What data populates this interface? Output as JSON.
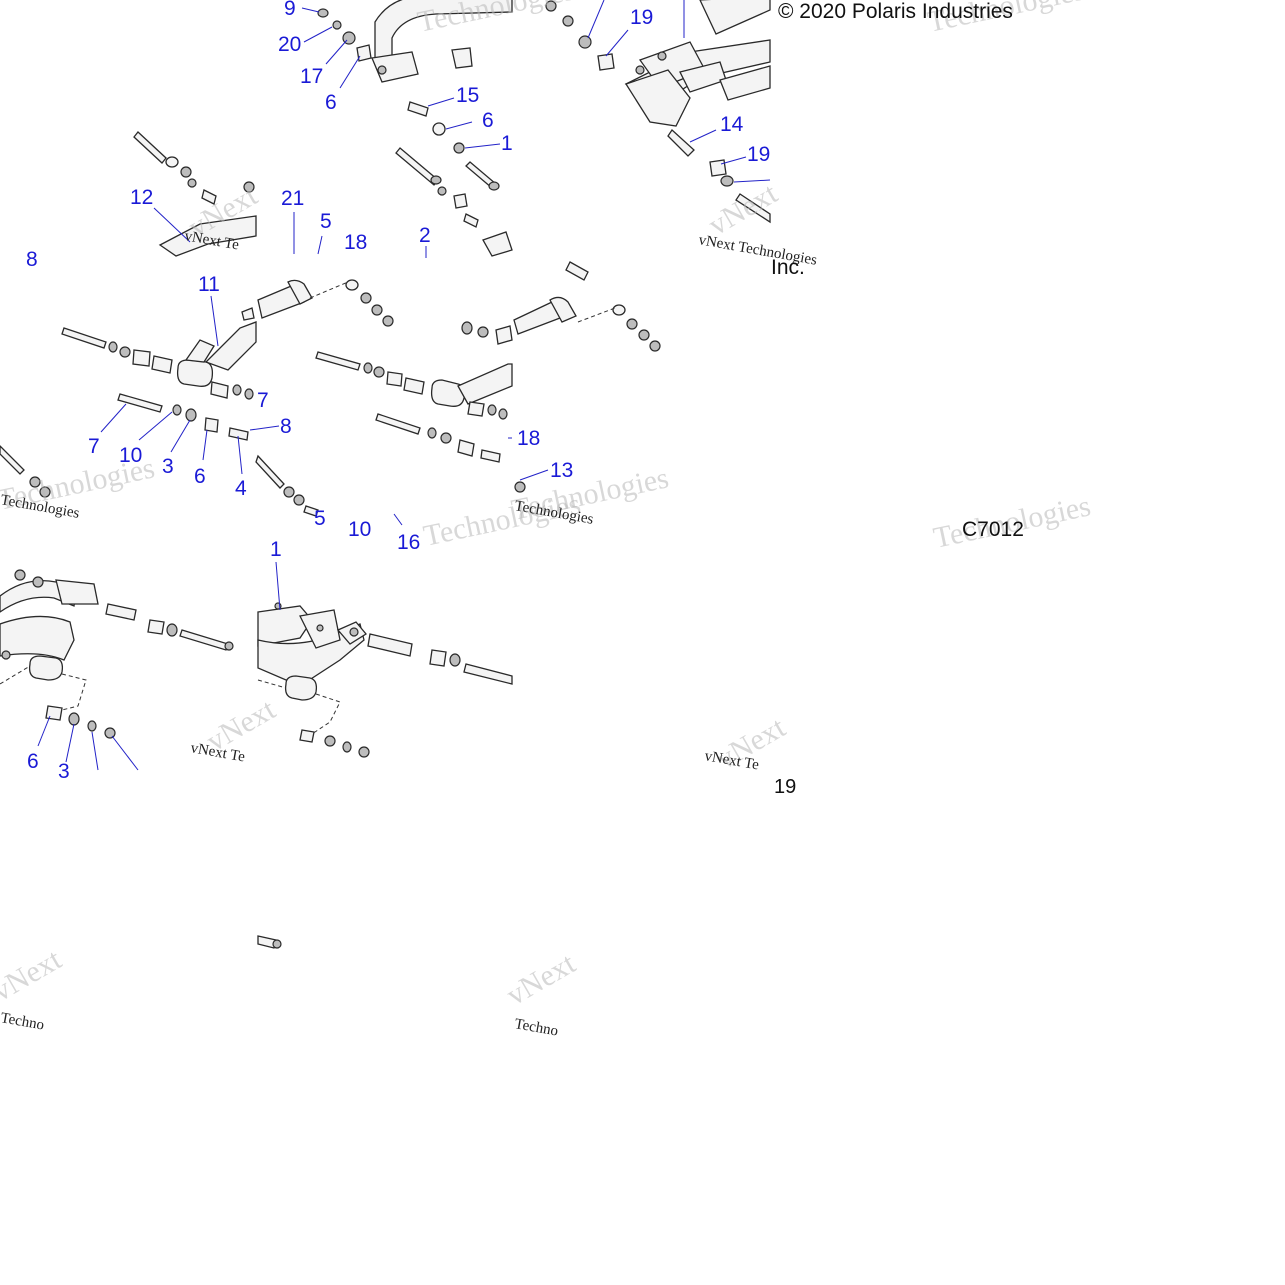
{
  "copyright": "© 2020 Polaris Industries",
  "copyright_tail": "Inc.",
  "diagram_code": "C7012",
  "figure_number": "19",
  "watermark": {
    "brand": "vNext Technologies",
    "word_a": "Technologies",
    "word_b": "vNext",
    "stub_a": "Technologies",
    "stub_b": "Technologies",
    "stub_c": "Technologies",
    "stub_d": "Techno",
    "stub_e": "Techno",
    "stub_f": "vNext Te",
    "stub_g": "vNext Te",
    "stub_h": "vNext Te"
  },
  "callouts": [
    "9",
    "20",
    "17",
    "6",
    "15",
    "6",
    "1",
    "19",
    "14",
    "19",
    "12",
    "21",
    "5",
    "18",
    "2",
    "8",
    "11",
    "7",
    "7",
    "10",
    "3",
    "6",
    "4",
    "8",
    "18",
    "13",
    "5",
    "10",
    "16",
    "1",
    "6",
    "3"
  ]
}
